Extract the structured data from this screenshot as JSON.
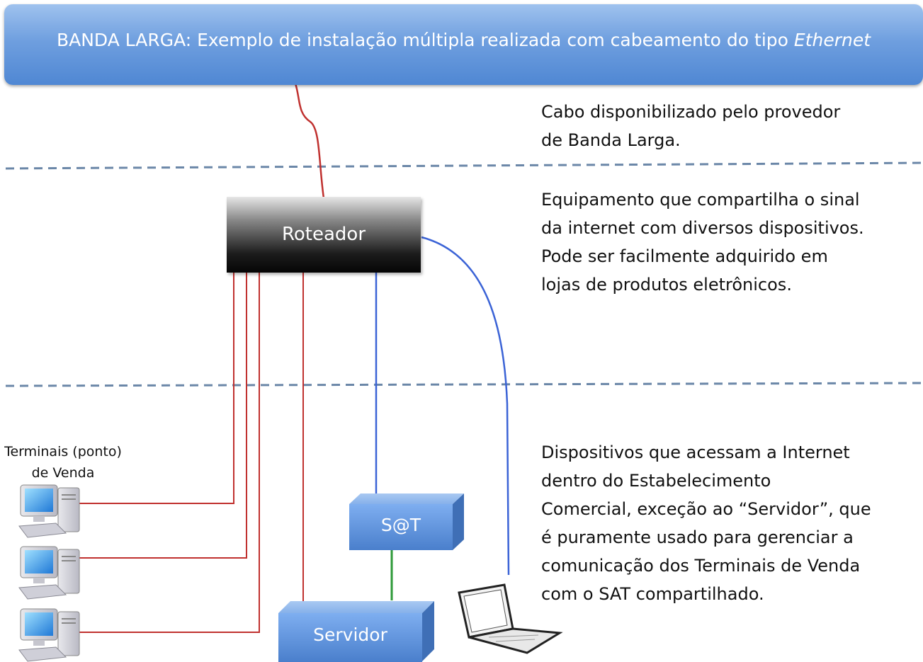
{
  "banner": {
    "title_main": "BANDA LARGA: Exemplo de instalação múltipla realizada com cabeamento do tipo ",
    "title_italic": "Ethernet"
  },
  "descriptions": {
    "provider_cable": [
      "Cabo disponibilizado pelo provedor",
      "de Banda Larga."
    ],
    "router": [
      "Equipamento que compartilha o sinal",
      "da internet com diversos dispositivos.",
      "Pode ser facilmente adquirido em",
      "lojas de produtos eletrônicos."
    ],
    "devices": [
      "Dispositivos que acessam a Internet",
      "dentro do Estabelecimento",
      "Comercial, exceção ao “Servidor”, que",
      "é puramente usado para gerenciar a",
      "comunicação dos Terminais de Venda",
      "com o SAT compartilhado."
    ]
  },
  "nodes": {
    "router": "Roteador",
    "sat": "S@T",
    "server": "Servidor",
    "terminals_line1": "Terminais (ponto)",
    "terminals_line2": "de Venda"
  },
  "colors": {
    "ethernet_cable": "#c0312f",
    "wifi_link": "#3b63d6",
    "sat_link": "#2f9a3a",
    "separator": "#6b87a8",
    "box_blue": "#5a8fd8"
  }
}
